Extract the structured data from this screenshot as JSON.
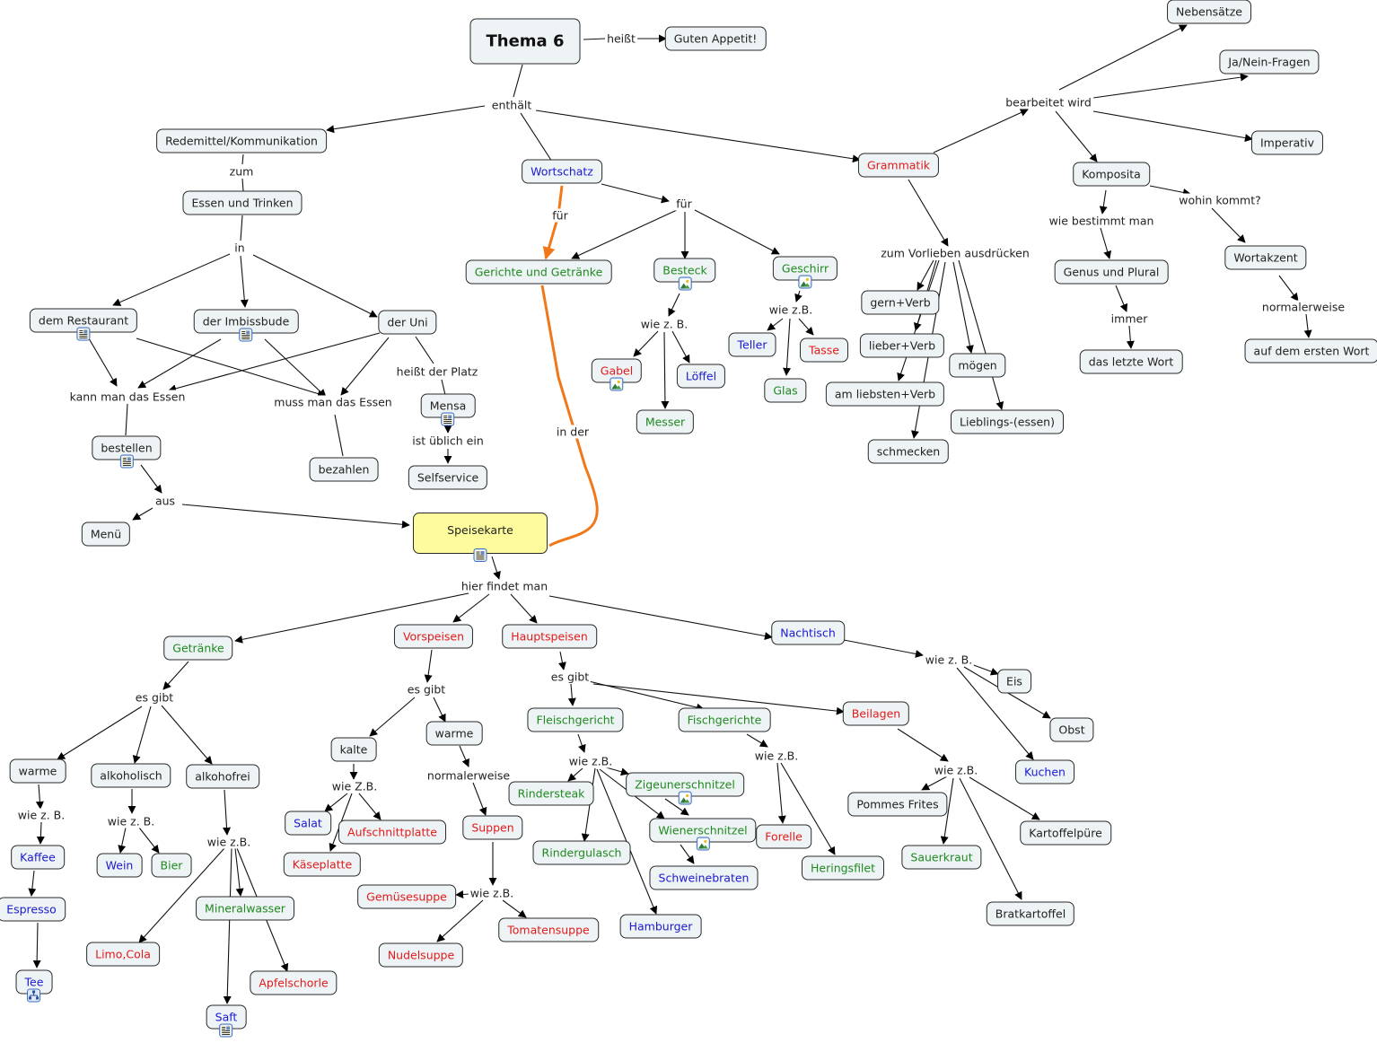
{
  "concept_map": {
    "title": "Thema 6",
    "colors": {
      "node_fill": "#eef3f5",
      "highlight_fill": "#fdfb9c",
      "blue": "#1a1ad0",
      "red": "#e01b1b",
      "green": "#1f8a1f",
      "highlight_link": "#f07818"
    },
    "nodes": [
      {
        "id": "thema6",
        "text": "Thema 6",
        "color": "black",
        "style": "main"
      },
      {
        "id": "guten",
        "text": "Guten Appetit!",
        "color": "black"
      },
      {
        "id": "redemittel",
        "text": "Redemittel/Kommunikation",
        "color": "black"
      },
      {
        "id": "essen_trinken",
        "text": "Essen und Trinken",
        "color": "black"
      },
      {
        "id": "restaurant",
        "text": "dem Restaurant",
        "color": "black",
        "icon": "document-icon"
      },
      {
        "id": "imbiss",
        "text": "der Imbissbude",
        "color": "black",
        "icon": "document-icon"
      },
      {
        "id": "uni",
        "text": "der Uni",
        "color": "black"
      },
      {
        "id": "mensa",
        "text": "Mensa",
        "color": "black",
        "icon": "document-icon"
      },
      {
        "id": "selfservice",
        "text": "Selfservice",
        "color": "black"
      },
      {
        "id": "bestellen",
        "text": "bestellen",
        "color": "black",
        "icon": "document-icon"
      },
      {
        "id": "bezahlen",
        "text": "bezahlen",
        "color": "black"
      },
      {
        "id": "menu",
        "text": "Menü",
        "color": "black"
      },
      {
        "id": "speisekarte",
        "text": "Speisekarte",
        "color": "black",
        "style": "yellow",
        "icon": "document-icon"
      },
      {
        "id": "wortschatz",
        "text": "Wortschatz",
        "color": "blue"
      },
      {
        "id": "gerichte",
        "text": "Gerichte und Getränke",
        "color": "green"
      },
      {
        "id": "besteck",
        "text": "Besteck",
        "color": "green",
        "icon": "image-icon"
      },
      {
        "id": "geschirr",
        "text": "Geschirr",
        "color": "green",
        "icon": "image-icon"
      },
      {
        "id": "gabel",
        "text": "Gabel",
        "color": "red",
        "icon": "image-icon"
      },
      {
        "id": "loeffel",
        "text": "Löffel",
        "color": "blue"
      },
      {
        "id": "messer",
        "text": "Messer",
        "color": "green"
      },
      {
        "id": "teller",
        "text": "Teller",
        "color": "blue"
      },
      {
        "id": "tasse",
        "text": "Tasse",
        "color": "red"
      },
      {
        "id": "glas",
        "text": "Glas",
        "color": "green"
      },
      {
        "id": "grammatik",
        "text": "Grammatik",
        "color": "red"
      },
      {
        "id": "gern",
        "text": "gern+Verb",
        "color": "black"
      },
      {
        "id": "lieber",
        "text": "lieber+Verb",
        "color": "black"
      },
      {
        "id": "liebsten",
        "text": "am liebsten+Verb",
        "color": "black"
      },
      {
        "id": "schmecken",
        "text": "schmecken",
        "color": "black"
      },
      {
        "id": "moegen",
        "text": "mögen",
        "color": "black"
      },
      {
        "id": "lieblings",
        "text": "Lieblings-(essen)",
        "color": "black"
      },
      {
        "id": "nebensaetze",
        "text": "Nebensätze",
        "color": "black"
      },
      {
        "id": "janein",
        "text": "Ja/Nein-Fragen",
        "color": "black"
      },
      {
        "id": "imperativ",
        "text": "Imperativ",
        "color": "black"
      },
      {
        "id": "komposita",
        "text": "Komposita",
        "color": "black"
      },
      {
        "id": "genus",
        "text": "Genus und Plural",
        "color": "black"
      },
      {
        "id": "letzte",
        "text": "das letzte Wort",
        "color": "black"
      },
      {
        "id": "wortakzent",
        "text": "Wortakzent",
        "color": "black"
      },
      {
        "id": "ersten",
        "text": "auf dem ersten Wort",
        "color": "black"
      },
      {
        "id": "getraenke",
        "text": "Getränke",
        "color": "green"
      },
      {
        "id": "vorspeisen",
        "text": "Vorspeisen",
        "color": "red"
      },
      {
        "id": "hauptspeisen",
        "text": "Hauptspeisen",
        "color": "red"
      },
      {
        "id": "nachtisch",
        "text": "Nachtisch",
        "color": "blue"
      },
      {
        "id": "warme_g",
        "text": "warme",
        "color": "black"
      },
      {
        "id": "alkoholisch",
        "text": "alkoholisch",
        "color": "black"
      },
      {
        "id": "alkohofrei",
        "text": "alkohofrei",
        "color": "black"
      },
      {
        "id": "kaffee",
        "text": "Kaffee",
        "color": "blue"
      },
      {
        "id": "espresso",
        "text": "Espresso",
        "color": "blue"
      },
      {
        "id": "tee",
        "text": "Tee",
        "color": "blue",
        "icon": "concept-map-icon"
      },
      {
        "id": "wein",
        "text": "Wein",
        "color": "blue"
      },
      {
        "id": "bier",
        "text": "Bier",
        "color": "green"
      },
      {
        "id": "mineral",
        "text": "Mineralwasser",
        "color": "green"
      },
      {
        "id": "limo",
        "text": "Limo,Cola",
        "color": "red"
      },
      {
        "id": "apfel",
        "text": "Apfelschorle",
        "color": "red"
      },
      {
        "id": "saft",
        "text": "Saft",
        "color": "blue",
        "icon": "document-icon"
      },
      {
        "id": "kalte",
        "text": "kalte",
        "color": "black"
      },
      {
        "id": "warme_v",
        "text": "warme",
        "color": "black"
      },
      {
        "id": "salat",
        "text": "Salat",
        "color": "blue"
      },
      {
        "id": "aufschnitt",
        "text": "Aufschnittplatte",
        "color": "red"
      },
      {
        "id": "kaese",
        "text": "Käseplatte",
        "color": "red"
      },
      {
        "id": "suppen",
        "text": "Suppen",
        "color": "red"
      },
      {
        "id": "gemuese",
        "text": "Gemüsesuppe",
        "color": "red"
      },
      {
        "id": "nudel",
        "text": "Nudelsuppe",
        "color": "red"
      },
      {
        "id": "tomaten",
        "text": "Tomatensuppe",
        "color": "red"
      },
      {
        "id": "fleisch",
        "text": "Fleischgericht",
        "color": "green"
      },
      {
        "id": "fisch",
        "text": "Fischgerichte",
        "color": "green"
      },
      {
        "id": "beilagen",
        "text": "Beilagen",
        "color": "red"
      },
      {
        "id": "rindersteak",
        "text": "Rindersteak",
        "color": "green"
      },
      {
        "id": "rindergulasch",
        "text": "Rindergulasch",
        "color": "green"
      },
      {
        "id": "zigeuner",
        "text": "Zigeunerschnitzel",
        "color": "green",
        "icon": "image-icon"
      },
      {
        "id": "wiener",
        "text": "Wienerschnitzel",
        "color": "green",
        "icon": "image-icon"
      },
      {
        "id": "schweine",
        "text": "Schweinebraten",
        "color": "blue"
      },
      {
        "id": "hamburger",
        "text": "Hamburger",
        "color": "blue"
      },
      {
        "id": "forelle",
        "text": "Forelle",
        "color": "red"
      },
      {
        "id": "hering",
        "text": "Heringsfilet",
        "color": "green"
      },
      {
        "id": "pommes",
        "text": "Pommes Frites",
        "color": "black"
      },
      {
        "id": "sauerkraut",
        "text": "Sauerkraut",
        "color": "green"
      },
      {
        "id": "brat",
        "text": "Bratkartoffel",
        "color": "black"
      },
      {
        "id": "kartoffelpuere",
        "text": "Kartoffelpüre",
        "color": "black"
      },
      {
        "id": "eis",
        "text": "Eis",
        "color": "black"
      },
      {
        "id": "obst",
        "text": "Obst",
        "color": "black"
      },
      {
        "id": "kuchen",
        "text": "Kuchen",
        "color": "blue"
      }
    ],
    "link_phrases": [
      {
        "id": "heisst",
        "text": "heißt"
      },
      {
        "id": "enthaelt",
        "text": "enthält"
      },
      {
        "id": "zum",
        "text": "zum"
      },
      {
        "id": "in",
        "text": "in"
      },
      {
        "id": "kann",
        "text": "kann man das Essen"
      },
      {
        "id": "muss",
        "text": "muss man das Essen"
      },
      {
        "id": "platz",
        "text": "heißt der Platz"
      },
      {
        "id": "ueblich",
        "text": "ist üblich ein"
      },
      {
        "id": "aus",
        "text": "aus"
      },
      {
        "id": "fuer_o",
        "text": "für"
      },
      {
        "id": "fuer",
        "text": "für"
      },
      {
        "id": "inder",
        "text": "in der"
      },
      {
        "id": "wie_besteck",
        "text": "wie z. B."
      },
      {
        "id": "wie_geschirr",
        "text": "wie z.B."
      },
      {
        "id": "vorlieben",
        "text": "zum Vorlieben ausdrücken"
      },
      {
        "id": "bearbeitet",
        "text": "bearbeitet wird"
      },
      {
        "id": "wiebestimmt",
        "text": "wie bestimmt man"
      },
      {
        "id": "wohin",
        "text": "wohin kommt?"
      },
      {
        "id": "immer",
        "text": "immer"
      },
      {
        "id": "normal_w",
        "text": "normalerweise"
      },
      {
        "id": "hier",
        "text": "hier findet man"
      },
      {
        "id": "esgibt_g",
        "text": "es gibt"
      },
      {
        "id": "wie_warm",
        "text": "wie z. B."
      },
      {
        "id": "wie_alk",
        "text": "wie z. B."
      },
      {
        "id": "wie_frei",
        "text": "wie z.B."
      },
      {
        "id": "esgibt_v",
        "text": "es gibt"
      },
      {
        "id": "wie_kalt",
        "text": "wie Z.B."
      },
      {
        "id": "normal_v",
        "text": "normalerweise"
      },
      {
        "id": "wie_supp",
        "text": "wie z.B."
      },
      {
        "id": "esgibt_h",
        "text": "es gibt"
      },
      {
        "id": "wie_fleisch",
        "text": "wie z.B."
      },
      {
        "id": "wie_fisch",
        "text": "wie z.B."
      },
      {
        "id": "wie_beil",
        "text": "wie z.B."
      },
      {
        "id": "wie_nach",
        "text": "wie z. B."
      }
    ]
  }
}
